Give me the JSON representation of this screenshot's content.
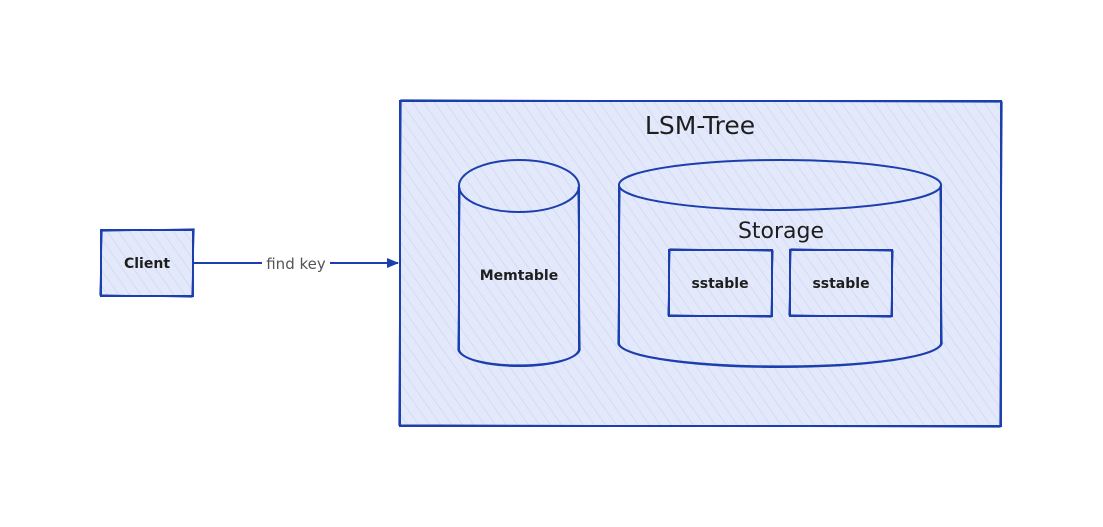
{
  "colors": {
    "stroke": "#1c3fae",
    "fill": "#e3e9fa",
    "hatch": "#b9c8ee",
    "text": "#1e1e1e",
    "edge_text": "#555555",
    "background": "#ffffff"
  },
  "nodes": {
    "client": {
      "label": "Client"
    },
    "lsm_tree": {
      "label": "LSM-Tree"
    },
    "memtable": {
      "label": "Memtable"
    },
    "storage": {
      "label": "Storage"
    },
    "sstable_1": {
      "label": "sstable"
    },
    "sstable_2": {
      "label": "sstable"
    }
  },
  "edges": {
    "client_to_lsm": {
      "label": "find key"
    }
  }
}
